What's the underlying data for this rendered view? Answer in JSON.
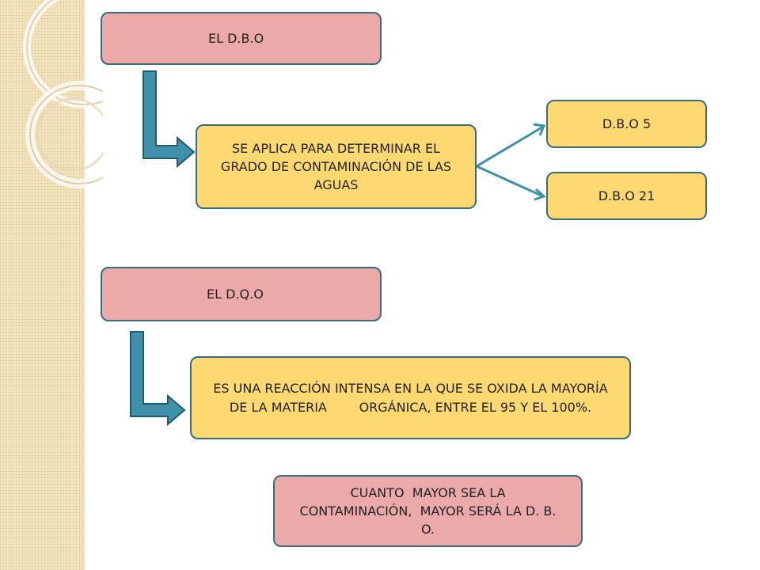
{
  "boxes": {
    "dbo_title": "EL D.B.O",
    "dbo_description": "SE APLICA PARA DETERMINAR EL GRADO DE CONTAMINACIÓN DE LAS AGUAS",
    "dbo5": "D.B.O 5",
    "dbo21": "D.B.O 21",
    "dqo_title": "EL D.Q.O",
    "dqo_description": "ES UNA REACCIÓN INTENSA EN LA QUE SE OXIDA LA MAYORÍA DE LA MATERIA        ORGÁNICA, ENTRE EL 95 Y EL 100%.",
    "conclusion": "CUANTO  MAYOR SEA LA CONTAMINACIÓN,  MAYOR SERÁ LA D. B. O."
  },
  "colors": {
    "pink_box": "#eba9aa",
    "yellow_box": "#fed870",
    "border": "#3c6b7a",
    "arrow": "#3f90a8",
    "side_strip": "#f2e3bf"
  }
}
